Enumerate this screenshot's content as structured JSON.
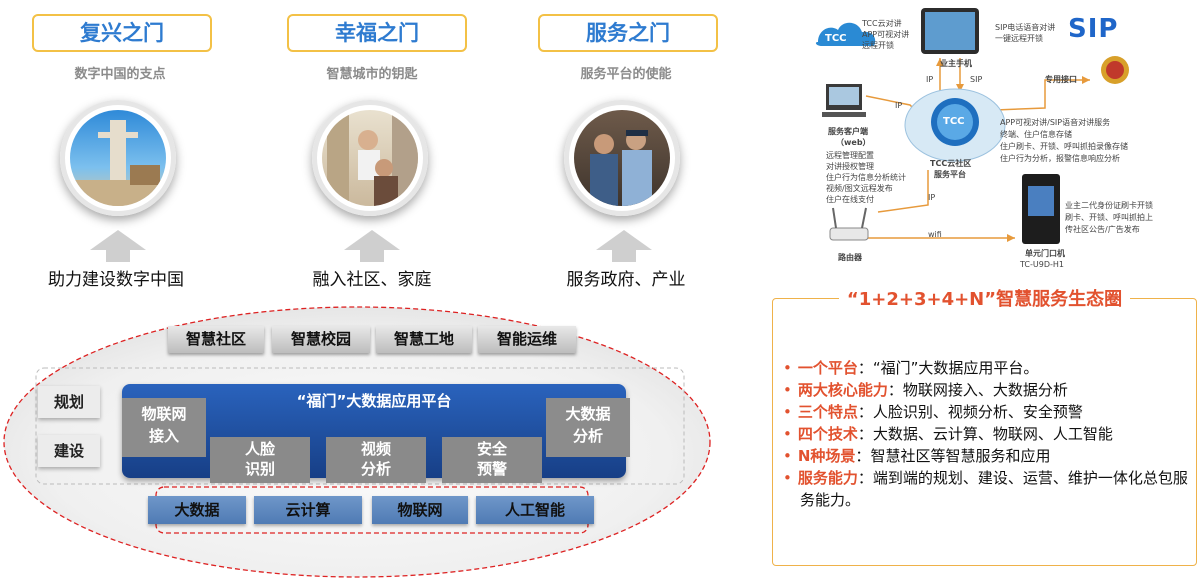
{
  "gates": [
    {
      "title": "复兴之门",
      "subtitle": "数字中国的支点",
      "action": "助力建设数字中国",
      "image": "monument-photo"
    },
    {
      "title": "幸福之门",
      "subtitle": "智慧城市的钥匙",
      "action": "融入社区、家庭",
      "image": "family-photo"
    },
    {
      "title": "服务之门",
      "subtitle": "服务平台的使能",
      "action": "服务政府、产业",
      "image": "police-photo"
    }
  ],
  "platform": {
    "side_labels": [
      "规划",
      "建设"
    ],
    "scenarios": [
      "智慧社区",
      "智慧校园",
      "智慧工地",
      "智能运维"
    ],
    "title": "“福门”大数据应用平台",
    "left_box": "物联网\n接入",
    "right_box": "大数据\n分析",
    "features": [
      "人脸\n识别",
      "视频\n分析",
      "安全\n预警"
    ],
    "tech": [
      "大数据",
      "云计算",
      "物联网",
      "人工智能"
    ]
  },
  "network": {
    "tcc_label": "TCC",
    "tcc_desc": [
      "TCC云对讲",
      "APP可视对讲",
      "远程开锁"
    ],
    "phone_label": "业主手机",
    "sip_desc": [
      "SIP电话语音对讲",
      "一键远程开锁"
    ],
    "sip_logo": "SIP",
    "pc_label": [
      "服务客户端",
      "（web）"
    ],
    "pc_desc": [
      "远程管理配置",
      "对讲授权管理",
      "住户行为信息分析统计",
      "视频/图文远程发布",
      "住户在线支付"
    ],
    "ip_left": "IP",
    "ip_sip": [
      "IP",
      "SIP"
    ],
    "ip_router": "IP",
    "special_port": "专用接口",
    "cloud_label": [
      "TCC云社区",
      "服务平台"
    ],
    "cloud_logo": "TCC",
    "right_desc": [
      "APP可视对讲/SIP语音对讲服务",
      "终端、住户信息存储",
      "住户刷卡、开锁、呼叫抓拍录像存储",
      "住户行为分析，报警信息响应分析"
    ],
    "door_desc": [
      "业主二代身份证刷卡开锁",
      "刷卡、开锁、呼叫抓拍上",
      "传社区公告/广告发布"
    ],
    "router_label": "路由器",
    "wifi": "wifi",
    "door_label": [
      "单元门口机",
      "TC-U9D-H1"
    ]
  },
  "ecosystem": {
    "title": "“1+2+3+4+N”智慧服务生态圈",
    "items": [
      {
        "key": "一个平台",
        "sep": "：",
        "value": "“福门”大数据应用平台。"
      },
      {
        "key": "两大核心能力",
        "sep": "：",
        "value": "物联网接入、大数据分析"
      },
      {
        "key": "三个特点",
        "sep": "：",
        "value": "人脸识别、视频分析、安全预警"
      },
      {
        "key": "四个技术",
        "sep": "：",
        "value": "大数据、云计算、物联网、人工智能"
      },
      {
        "key": "N种场景",
        "sep": "：",
        "value": "智慧社区等智慧服务和应用"
      },
      {
        "key": "服务能力",
        "sep": "：",
        "value": "端到端的规划、建设、运营、维护一体化总包服务能力。"
      }
    ]
  },
  "colors": {
    "gate_border": "#f3c146",
    "gate_title": "#2e7bd0",
    "platform_blue": "#1e4e9e",
    "highlight_red": "#e2522f",
    "ellipse_red": "#d22"
  }
}
